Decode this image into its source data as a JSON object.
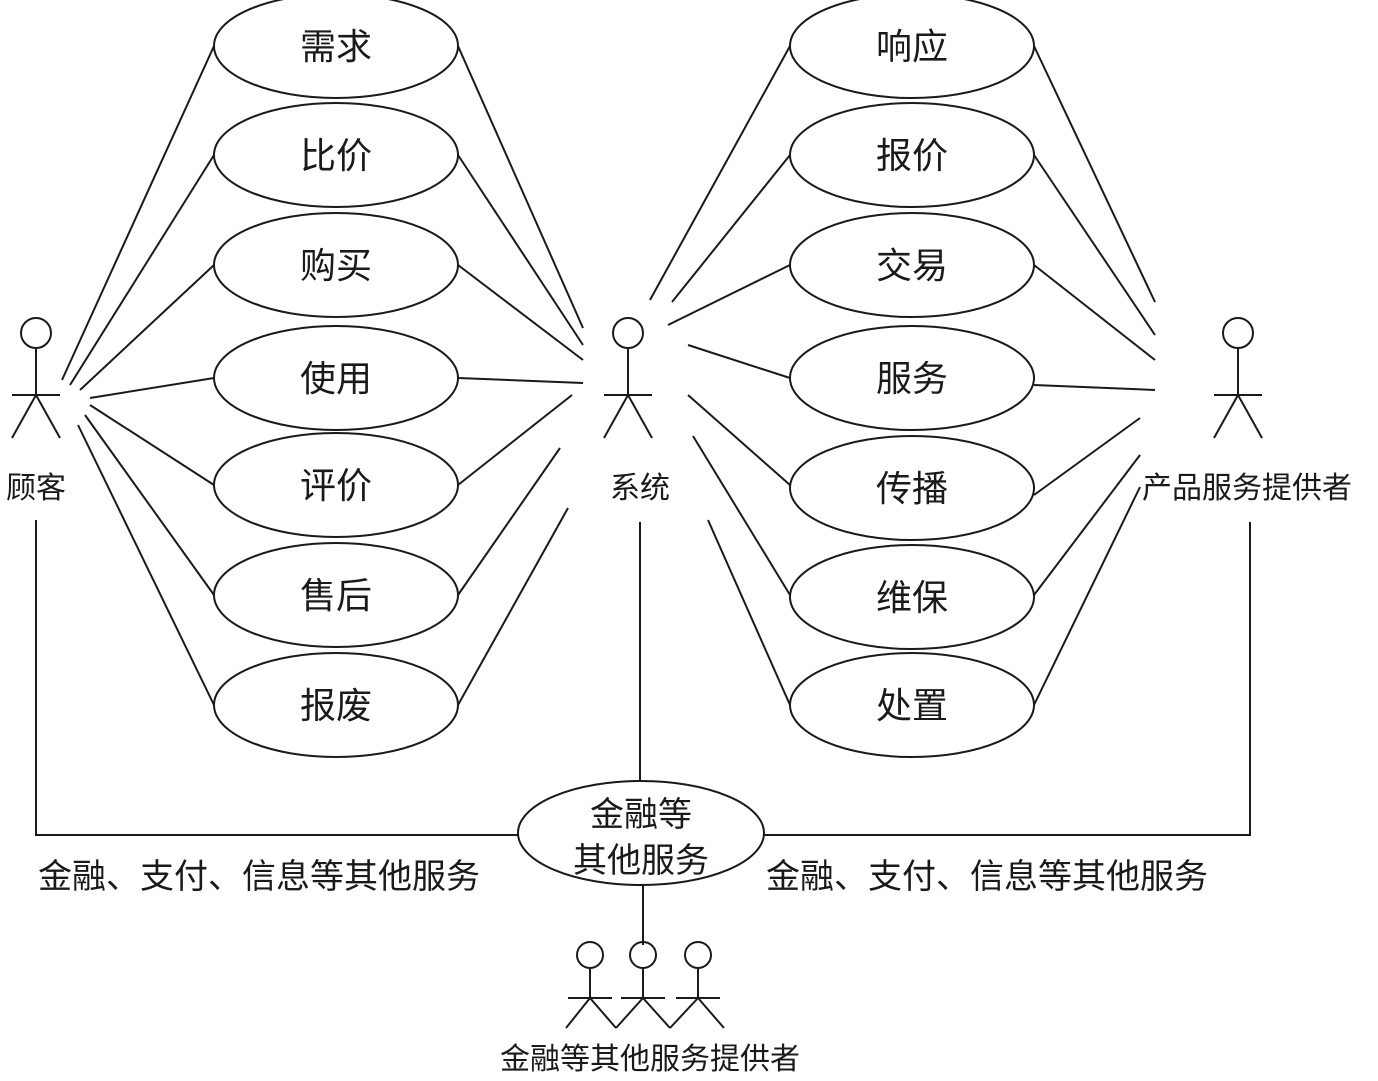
{
  "actors": {
    "customer": "顾客",
    "system": "系统",
    "provider": "产品服务提供者",
    "financial_provider": "金融等其他服务提供者"
  },
  "customer_use_cases": [
    "需求",
    "比价",
    "购买",
    "使用",
    "评价",
    "售后",
    "报废"
  ],
  "provider_use_cases": [
    "响应",
    "报价",
    "交易",
    "服务",
    "传播",
    "维保",
    "处置"
  ],
  "central_service": {
    "line1": "金融等",
    "line2": "其他服务"
  },
  "edge_labels": {
    "left": "金融、支付、信息等其他服务",
    "right": "金融、支付、信息等其他服务"
  }
}
